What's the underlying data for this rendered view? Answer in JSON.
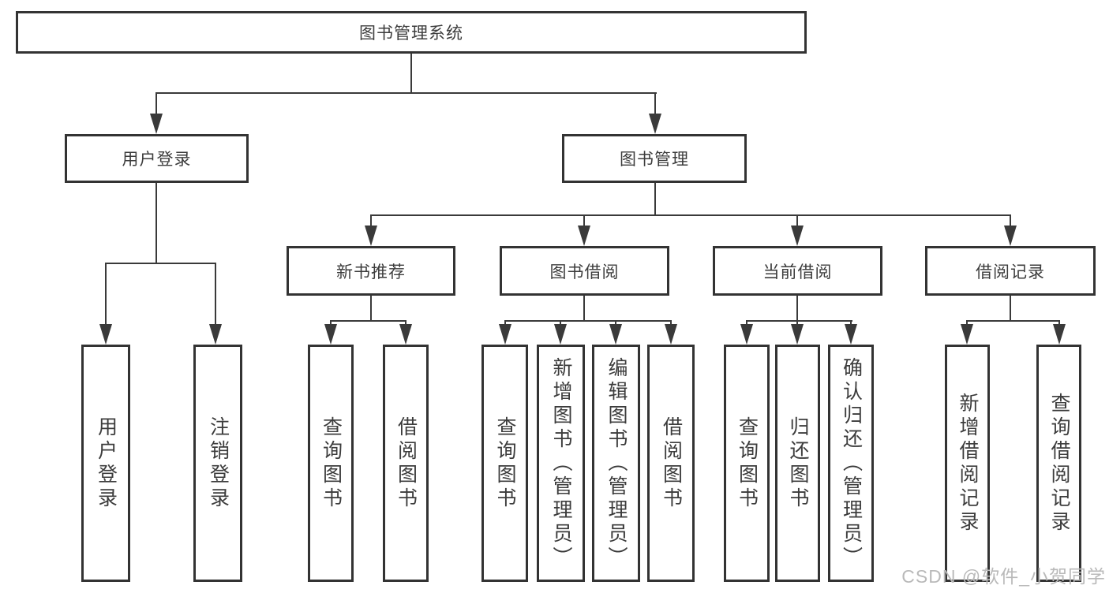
{
  "tree": {
    "root": "图书管理系统",
    "branches": [
      {
        "label": "用户登录",
        "children": [
          "用户登录",
          "注销登录"
        ]
      },
      {
        "label": "图书管理",
        "groups": [
          {
            "label": "新书推荐",
            "children": [
              "查询图书",
              "借阅图书"
            ]
          },
          {
            "label": "图书借阅",
            "children": [
              "查询图书",
              "新增图书（管理员）",
              "编辑图书（管理员）",
              "借阅图书"
            ]
          },
          {
            "label": "当前借阅",
            "children": [
              "查询图书",
              "归还图书",
              "确认归还（管理员）"
            ]
          },
          {
            "label": "借阅记录",
            "children": [
              "新增借阅记录",
              "查询借阅记录"
            ]
          }
        ]
      }
    ]
  },
  "watermark": "CSDN @软件_小贺同学",
  "colors": {
    "line": "#3a3a3a",
    "border": "#333333",
    "text": "#3c3c3c",
    "watermark": "#b9b9b9"
  }
}
